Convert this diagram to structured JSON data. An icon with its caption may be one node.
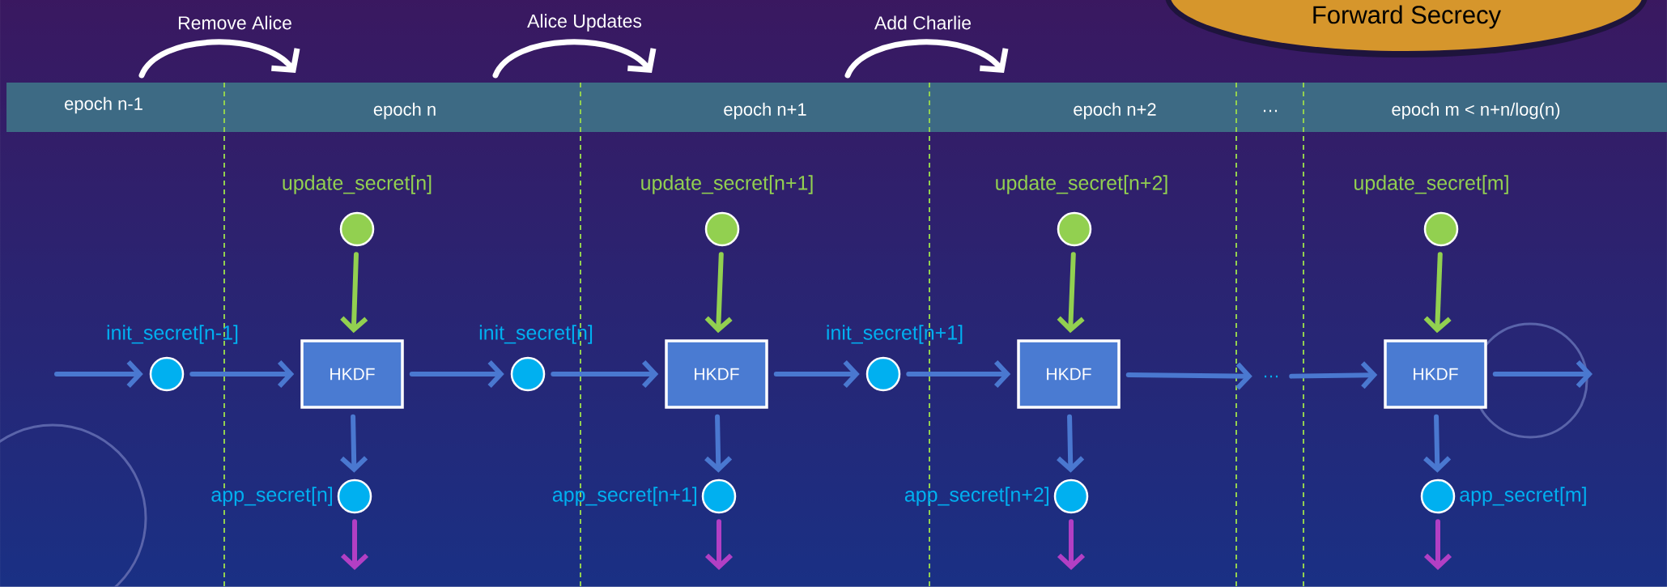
{
  "diagram": {
    "nodes": [
      {
        "text": [
          "Forward Secrecy"
        ]
      },
      {
        "text": [],
        "shape": "circle",
        "beside": [
          "update_secret[n]"
        ]
      },
      {
        "text": [],
        "shape": "circle",
        "beside": [
          "init_secret[n-1]"
        ]
      },
      {
        "text": [
          "HKDF"
        ]
      },
      {
        "text": [],
        "shape": "circle",
        "beside": [
          "app_secret[n]"
        ]
      },
      {
        "text": [],
        "shape": "circle",
        "beside": [
          "update_secret[n+1]"
        ]
      },
      {
        "text": [],
        "shape": "circle",
        "beside": [
          "init_secret[n]"
        ]
      },
      {
        "text": [
          "HKDF"
        ]
      },
      {
        "text": [],
        "shape": "circle",
        "beside": [
          "app_secret[n+1]"
        ]
      },
      {
        "text": [],
        "shape": "circle",
        "beside": [
          "update_secret[n+2]"
        ]
      },
      {
        "text": [],
        "shape": "circle",
        "beside": [
          "init_secret[n+1]"
        ]
      },
      {
        "text": [
          "HKDF"
        ]
      },
      {
        "text": [],
        "shape": "circle",
        "beside": [
          "app_secret[n+2]"
        ]
      },
      {
        "text": [
          "…"
        ]
      },
      {
        "text": [],
        "shape": "circle",
        "beside": [
          "update_secret[m]"
        ]
      },
      {
        "text": [
          "HKDF"
        ]
      },
      {
        "text": [],
        "shape": "circle",
        "beside": [
          "app_secret[m]"
        ]
      }
    ],
    "edges": [
      {
        "from": null,
        "to": 2,
        "arrow": "to"
      },
      {
        "from": 2,
        "to": 3,
        "arrow": "to"
      },
      {
        "from": 3,
        "to": 6,
        "arrow": "to"
      },
      {
        "from": 6,
        "to": 7,
        "arrow": "to"
      },
      {
        "from": 7,
        "to": 10,
        "arrow": "to"
      },
      {
        "from": 10,
        "to": 11,
        "arrow": "to"
      },
      {
        "from": 11,
        "to": 13,
        "arrow": "to"
      },
      {
        "from": 13,
        "to": 15,
        "arrow": "to"
      },
      {
        "from": 15,
        "to": null,
        "arrow": "to"
      },
      {
        "from": 1,
        "to": 3,
        "arrow": "to",
        "color": "#92d050"
      },
      {
        "from": 5,
        "to": 7,
        "arrow": "to",
        "color": "#92d050"
      },
      {
        "from": 9,
        "to": 11,
        "arrow": "to",
        "color": "#92d050"
      },
      {
        "from": 14,
        "to": 15,
        "arrow": "to",
        "color": "#92d050"
      },
      {
        "from": 3,
        "to": 4,
        "arrow": "to"
      },
      {
        "from": 7,
        "to": 8,
        "arrow": "to"
      },
      {
        "from": 11,
        "to": 12,
        "arrow": "to"
      },
      {
        "from": 15,
        "to": 16,
        "arrow": "to"
      },
      {
        "from": 4,
        "to": null,
        "arrow": "to",
        "color": "#b23fc4"
      },
      {
        "from": 8,
        "to": null,
        "arrow": "to",
        "color": "#b23fc4"
      },
      {
        "from": 12,
        "to": null,
        "arrow": "to",
        "color": "#b23fc4"
      },
      {
        "from": 16,
        "to": null,
        "arrow": "to",
        "color": "#b23fc4"
      }
    ],
    "labels": [
      "Remove Alice",
      "Alice Updates",
      "Add Charlie",
      "epoch n-1",
      "epoch n",
      "epoch n+1",
      "epoch n+2",
      "…",
      "epoch m < n+n/log(n)"
    ]
  }
}
